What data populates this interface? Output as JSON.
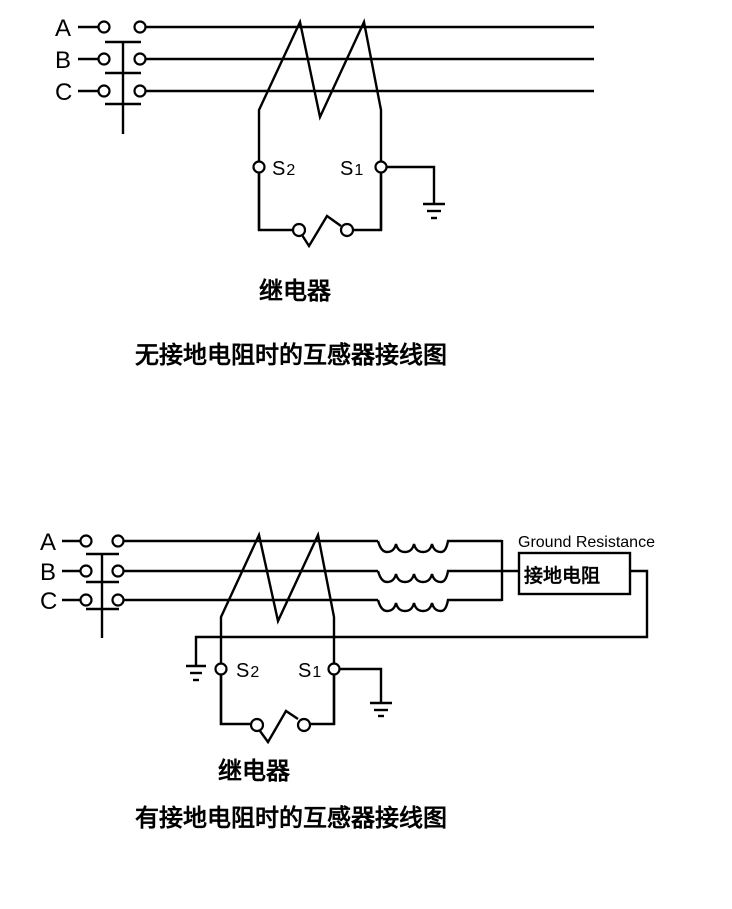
{
  "diagram_top": {
    "phases": [
      "A",
      "B",
      "C"
    ],
    "terminal_s2": {
      "main": "S",
      "sub": "2"
    },
    "terminal_s1": {
      "main": "S",
      "sub": "1"
    },
    "relay_label": "继电器",
    "caption": "无接地电阻时的互感器接线图"
  },
  "diagram_bottom": {
    "phases": [
      "A",
      "B",
      "C"
    ],
    "terminal_s2": {
      "main": "S",
      "sub": "2"
    },
    "terminal_s1": {
      "main": "S",
      "sub": "1"
    },
    "ground_resistance_en": "Ground Resistance",
    "ground_resistance_cn": "接地电阻",
    "relay_label": "继电器",
    "caption": "有接地电阻时的互感器接线图"
  }
}
